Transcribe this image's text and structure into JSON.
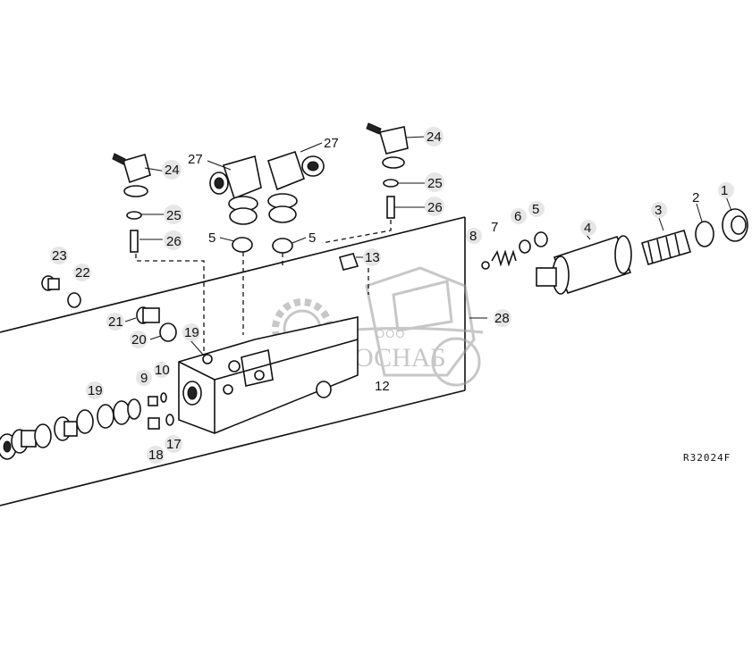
{
  "diagram": {
    "reference_code": "R32024F",
    "watermark": {
      "company_prefix": "ООО",
      "company_name": "АГРОСНАБ"
    },
    "callouts": {
      "c1": "1",
      "c2": "2",
      "c3": "3",
      "c4": "4",
      "c5a": "5",
      "c5b": "5",
      "c5c": "5",
      "c6": "6",
      "c7": "7",
      "c8": "8",
      "c9": "9",
      "c10": "10",
      "c12": "12",
      "c13": "13",
      "c17": "17",
      "c18": "18",
      "c19a": "19",
      "c19b": "19",
      "c20": "20",
      "c21": "21",
      "c22": "22",
      "c23": "23",
      "c24a": "24",
      "c24b": "24",
      "c25a": "25",
      "c25b": "25",
      "c26a": "26",
      "c26b": "26",
      "c27a": "27",
      "c27b": "27",
      "c28": "28"
    }
  }
}
